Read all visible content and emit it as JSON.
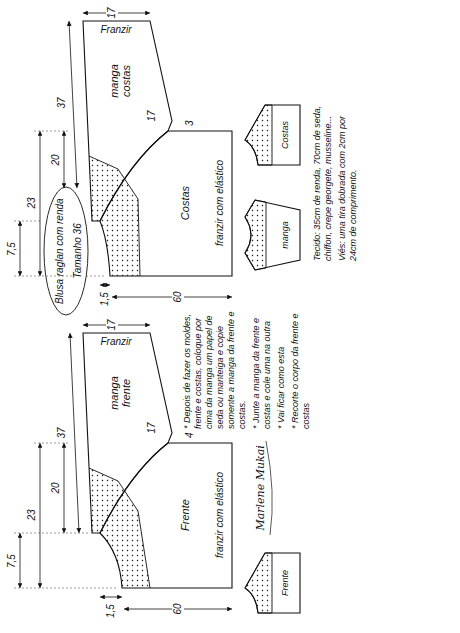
{
  "diagram": {
    "title": "Blusa raglan com renda",
    "nodes": [
      {
        "text": [
          "Frente"
        ]
      },
      {
        "text": [
          "manga frente"
        ]
      },
      {
        "text": [
          "Costas"
        ]
      },
      {
        "text": [
          "manga costas"
        ]
      },
      {
        "text": [
          "Frente"
        ]
      },
      {
        "text": [
          "manga"
        ]
      },
      {
        "text": [
          "Costas"
        ]
      }
    ],
    "labels": [
      "7,5",
      "23",
      "1,5",
      "20",
      "37",
      "17",
      "17",
      "4",
      "60",
      "Franzir",
      "franzir com elástico",
      "7,5",
      "23",
      "1,5",
      "20",
      "37",
      "17",
      "17",
      "3",
      "60",
      "Franzir",
      "franzir com elástico",
      "Tamanho 36",
      "* Depois de fazer os moldes, frente e costas, coloque por cima da manga um papel de seda ou manteiga e copie somente a manga da frente e costas.",
      "* Junte a manga da frente e costas e cole uma na outra",
      "* Vai ficar como esta",
      "* Recorte o corpo da frente e costas",
      "Tecido: 35cm de renda, 70cm de seda, chiffon, crepe georgete, musseline...",
      "Viés: uma tira dobrada com 2cm por 24cm de comprimento.",
      "Marlene Mukai"
    ]
  }
}
